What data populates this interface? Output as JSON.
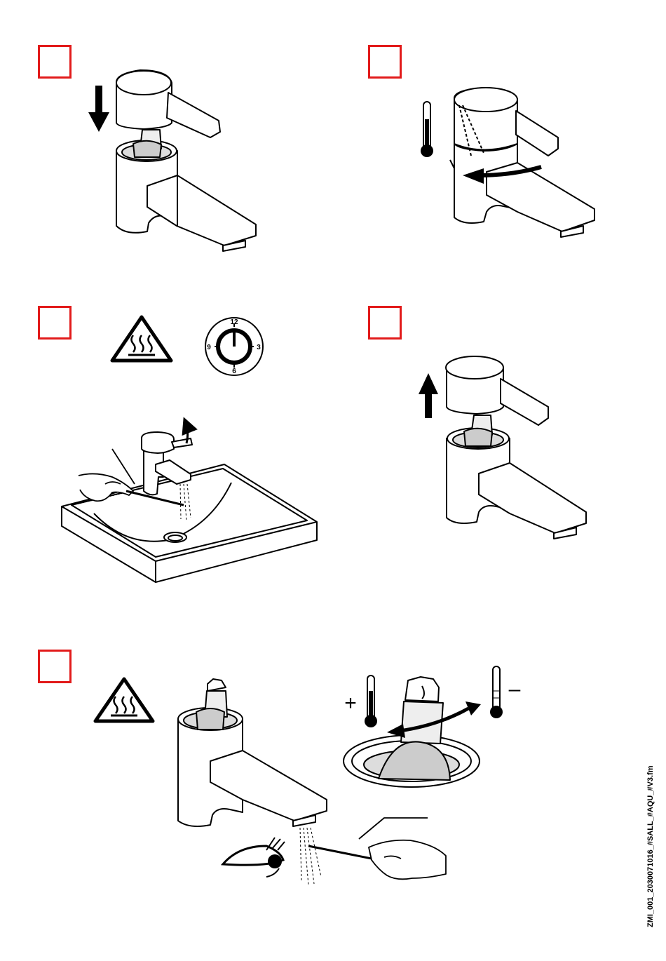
{
  "colors": {
    "step_box": "#e21a1a",
    "line": "#000000",
    "background": "#ffffff"
  },
  "icons": [
    "hot-surface-warning-icon",
    "clock-icon",
    "thermometer-icon",
    "eye-icon",
    "hand-icon"
  ],
  "clock": {
    "n12": "12",
    "n3": "3",
    "n6": "6",
    "n9": "9"
  },
  "temperature": {
    "plus": "+",
    "minus": "–"
  },
  "footer": {
    "doc_id": "ZMI_001_2030071016_#SALL_#AQU_#V3.fm"
  }
}
